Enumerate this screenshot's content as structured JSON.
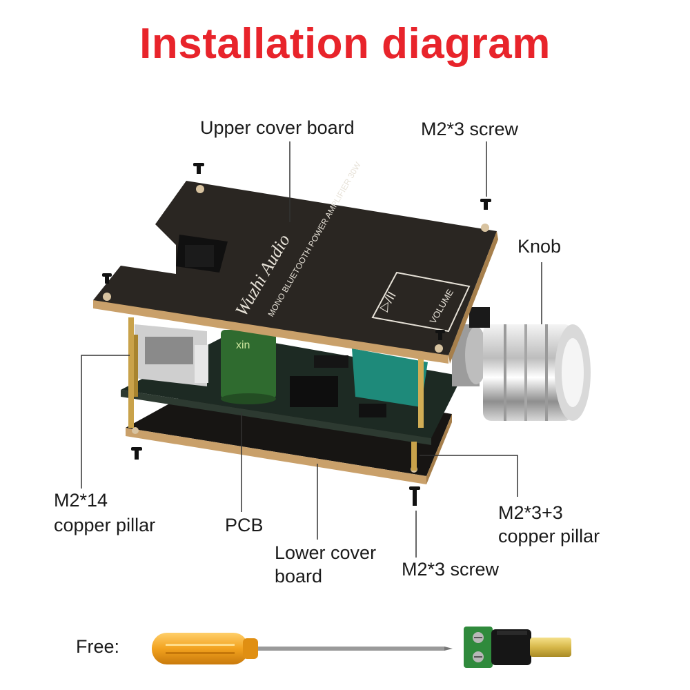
{
  "title": "Installation diagram",
  "labels": {
    "upper_cover_board": "Upper cover board",
    "screw_top": "M2*3 screw",
    "knob": "Knob",
    "pillar_14_line1": "M2*14",
    "pillar_14_line2": "copper pillar",
    "pcb": "PCB",
    "lower_cover_line1": "Lower cover",
    "lower_cover_line2": "board",
    "screw_bottom": "M2*3 screw",
    "pillar_33_line1": "M2*3+3",
    "pillar_33_line2": "copper pillar"
  },
  "board_print": {
    "brand": "Wuzhi Audio",
    "model": "MONO BLUETOOTH POWER AMPLIFIER 30W",
    "volume": "VOLUME",
    "play": "▷/II",
    "capacitor": "xin"
  },
  "free": {
    "label": "Free:"
  },
  "colors": {
    "title": "#e8242b",
    "board": "#2a2622",
    "board_edge": "#c9a06a",
    "pcb": "#1f2a24",
    "pillar": "#c9a24a",
    "handle": "#f2a21e",
    "terminal": "#2f8a3c",
    "capacitor": "#2f6b2f"
  }
}
